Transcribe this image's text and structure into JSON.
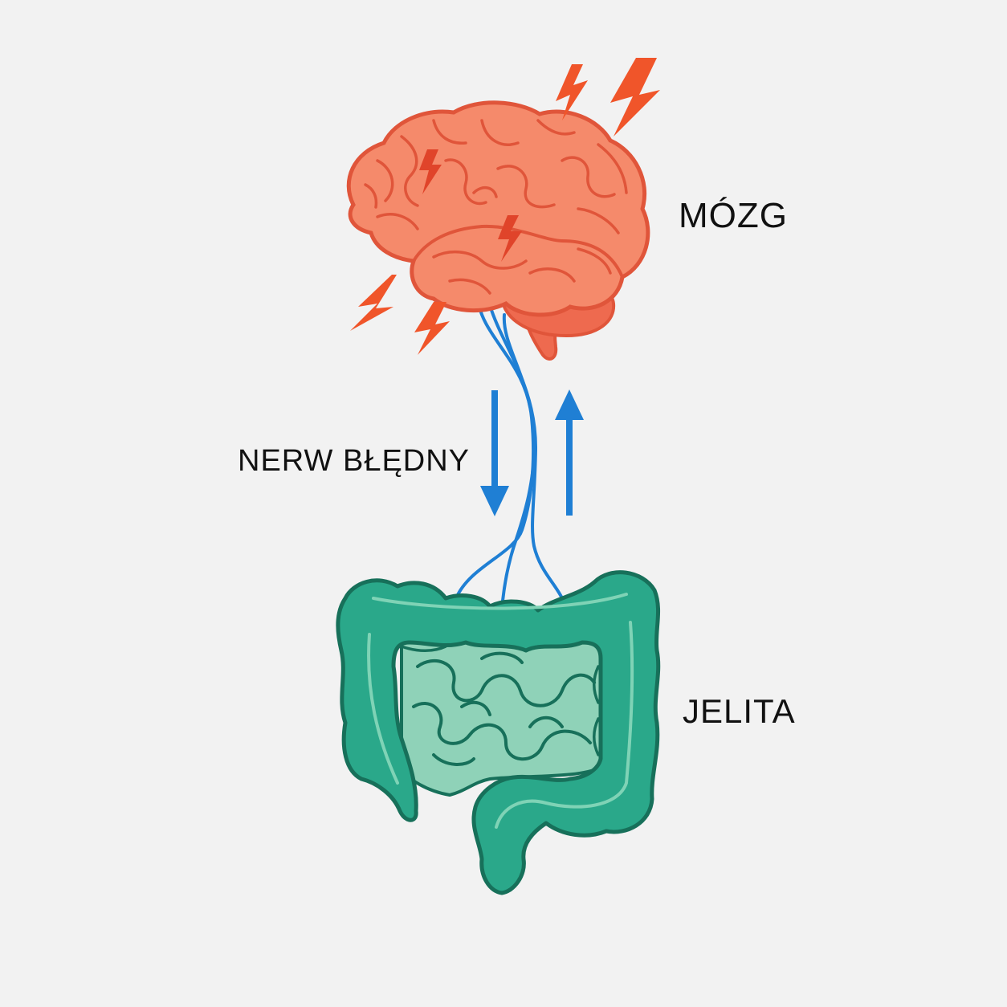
{
  "labels": {
    "brain": "MÓZG",
    "nerve": "NERW BŁĘDNY",
    "gut": "JELITA"
  },
  "colors": {
    "background": "#f2f2f2",
    "brain_fill": "#f58a6b",
    "brain_outline": "#e0553a",
    "bolt": "#f0552a",
    "nerve": "#1f7fd4",
    "gut_fill": "#2aa88a",
    "gut_outline": "#17705a",
    "small_intestine": "#8fd2b8"
  },
  "icons": [
    "brain-icon",
    "intestines-icon",
    "lightning-bolt-icon",
    "arrow-down-icon",
    "arrow-up-icon"
  ]
}
